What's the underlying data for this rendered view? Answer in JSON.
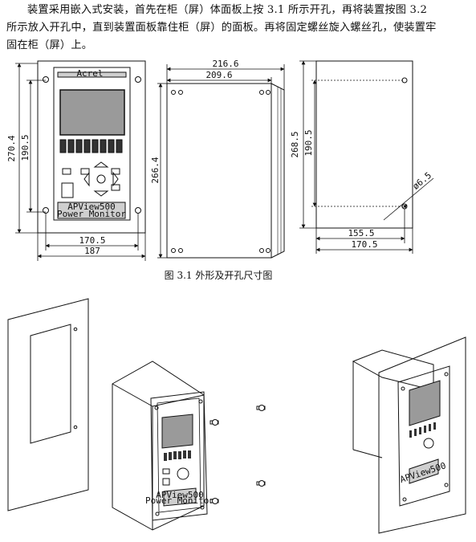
{
  "paragraph": {
    "line1": "装置采用嵌入式安装，首先在柜（屏）体面板上按 3.1 所示开孔，再将装置按图 3.2",
    "line2": "所示放入开孔中，直到装置面板靠住柜（屏）的面板。再将固定螺丝旋入螺丝孔，使装置牢",
    "line3": "固在柜（屏）上。"
  },
  "figure_3_1": {
    "caption": "图 3.1  外形及开孔尺寸图",
    "front_view": {
      "logo_text": "Acrel",
      "model_text": "APView500",
      "device_label": "Power Monitor",
      "height_outer": "270.4",
      "height_inner": "190.5",
      "width_inner": "170.5",
      "width_outer": "187"
    },
    "side_view": {
      "depth_outer": "216.6",
      "depth_inner": "209.6",
      "height": "266.4"
    },
    "cutout_view": {
      "height_outer": "268.5",
      "height_inner": "190.5",
      "hole_diameter": "ø6.5",
      "width_inner": "155.5",
      "width_outer": "170.5"
    }
  },
  "figure_3_2": {
    "device_logo": "APView500",
    "device_label": "Power Monitor"
  }
}
